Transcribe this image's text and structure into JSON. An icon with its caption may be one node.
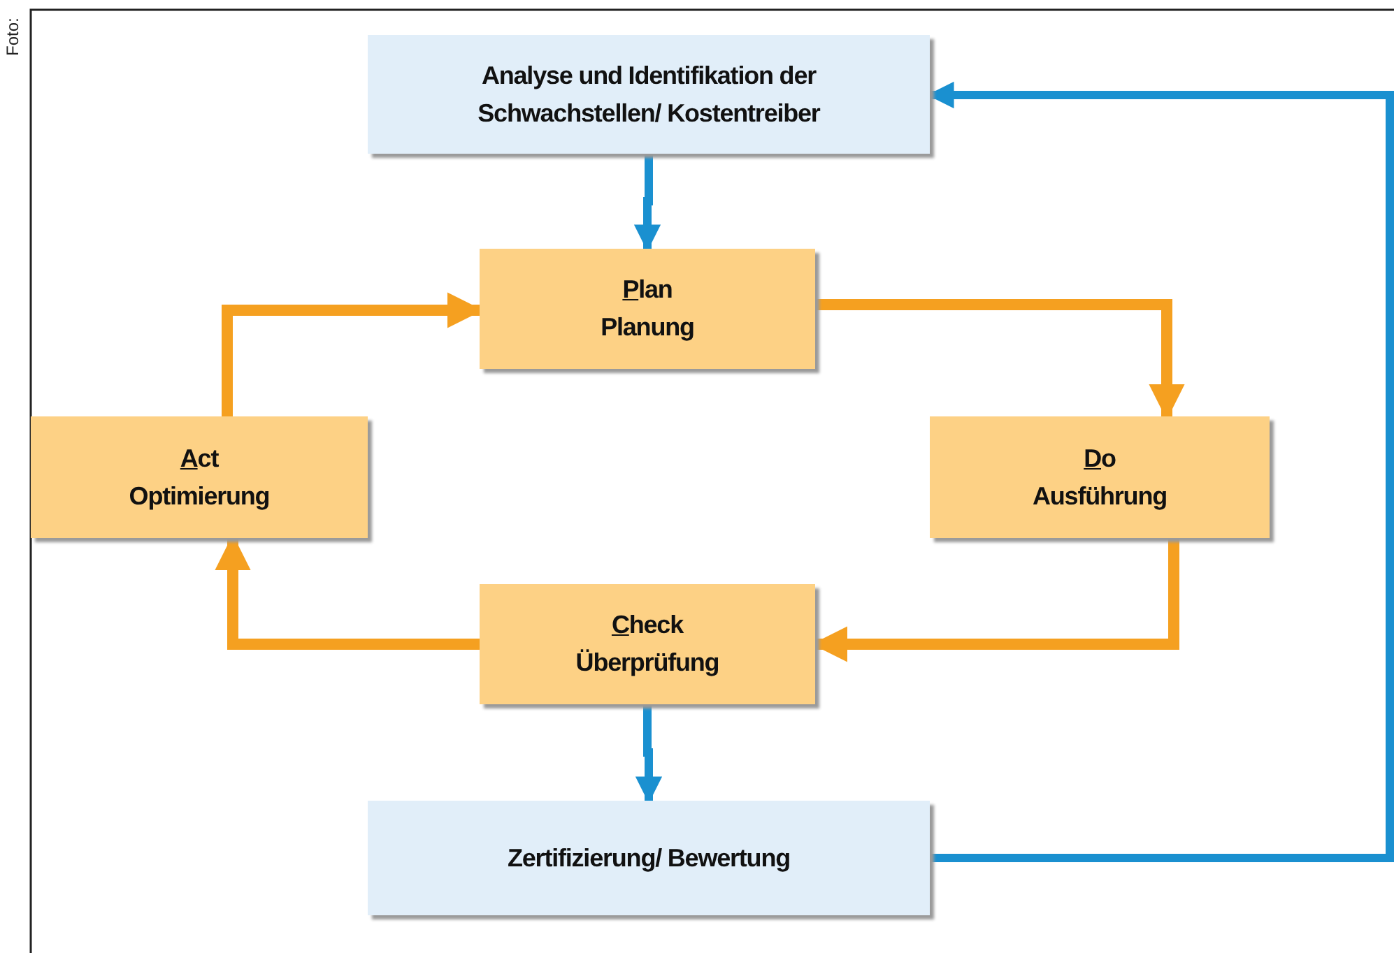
{
  "diagram": {
    "nodes": [
      {
        "text": [
          "Analyse und Identifikation der Schwachstellen/ Kostentreiber"
        ]
      },
      {
        "text": [
          "Plan",
          "Planung"
        ]
      },
      {
        "text": [
          "Act",
          "Optimierung"
        ]
      },
      {
        "text": [
          "Do",
          "Ausführung"
        ]
      },
      {
        "text": [
          "Check",
          "Überprüfung"
        ]
      },
      {
        "text": [
          "Zertifizierung/ Bewertung"
        ]
      }
    ],
    "edges": [
      {
        "from": 0,
        "to": 1,
        "arrow": "to",
        "color": "#1a90d0"
      },
      {
        "from": 2,
        "to": 1,
        "arrow": "to"
      },
      {
        "from": 1,
        "to": 3,
        "arrow": "to"
      },
      {
        "from": 3,
        "to": 4,
        "arrow": "to"
      },
      {
        "from": 4,
        "to": 2,
        "arrow": "to"
      },
      {
        "from": 4,
        "to": 5,
        "arrow": "to",
        "color": "#1a90d0"
      },
      {
        "from": 5,
        "to": 0,
        "arrow": "to",
        "color": "#1a90d0"
      }
    ],
    "labels": [
      "Foto:"
    ]
  }
}
